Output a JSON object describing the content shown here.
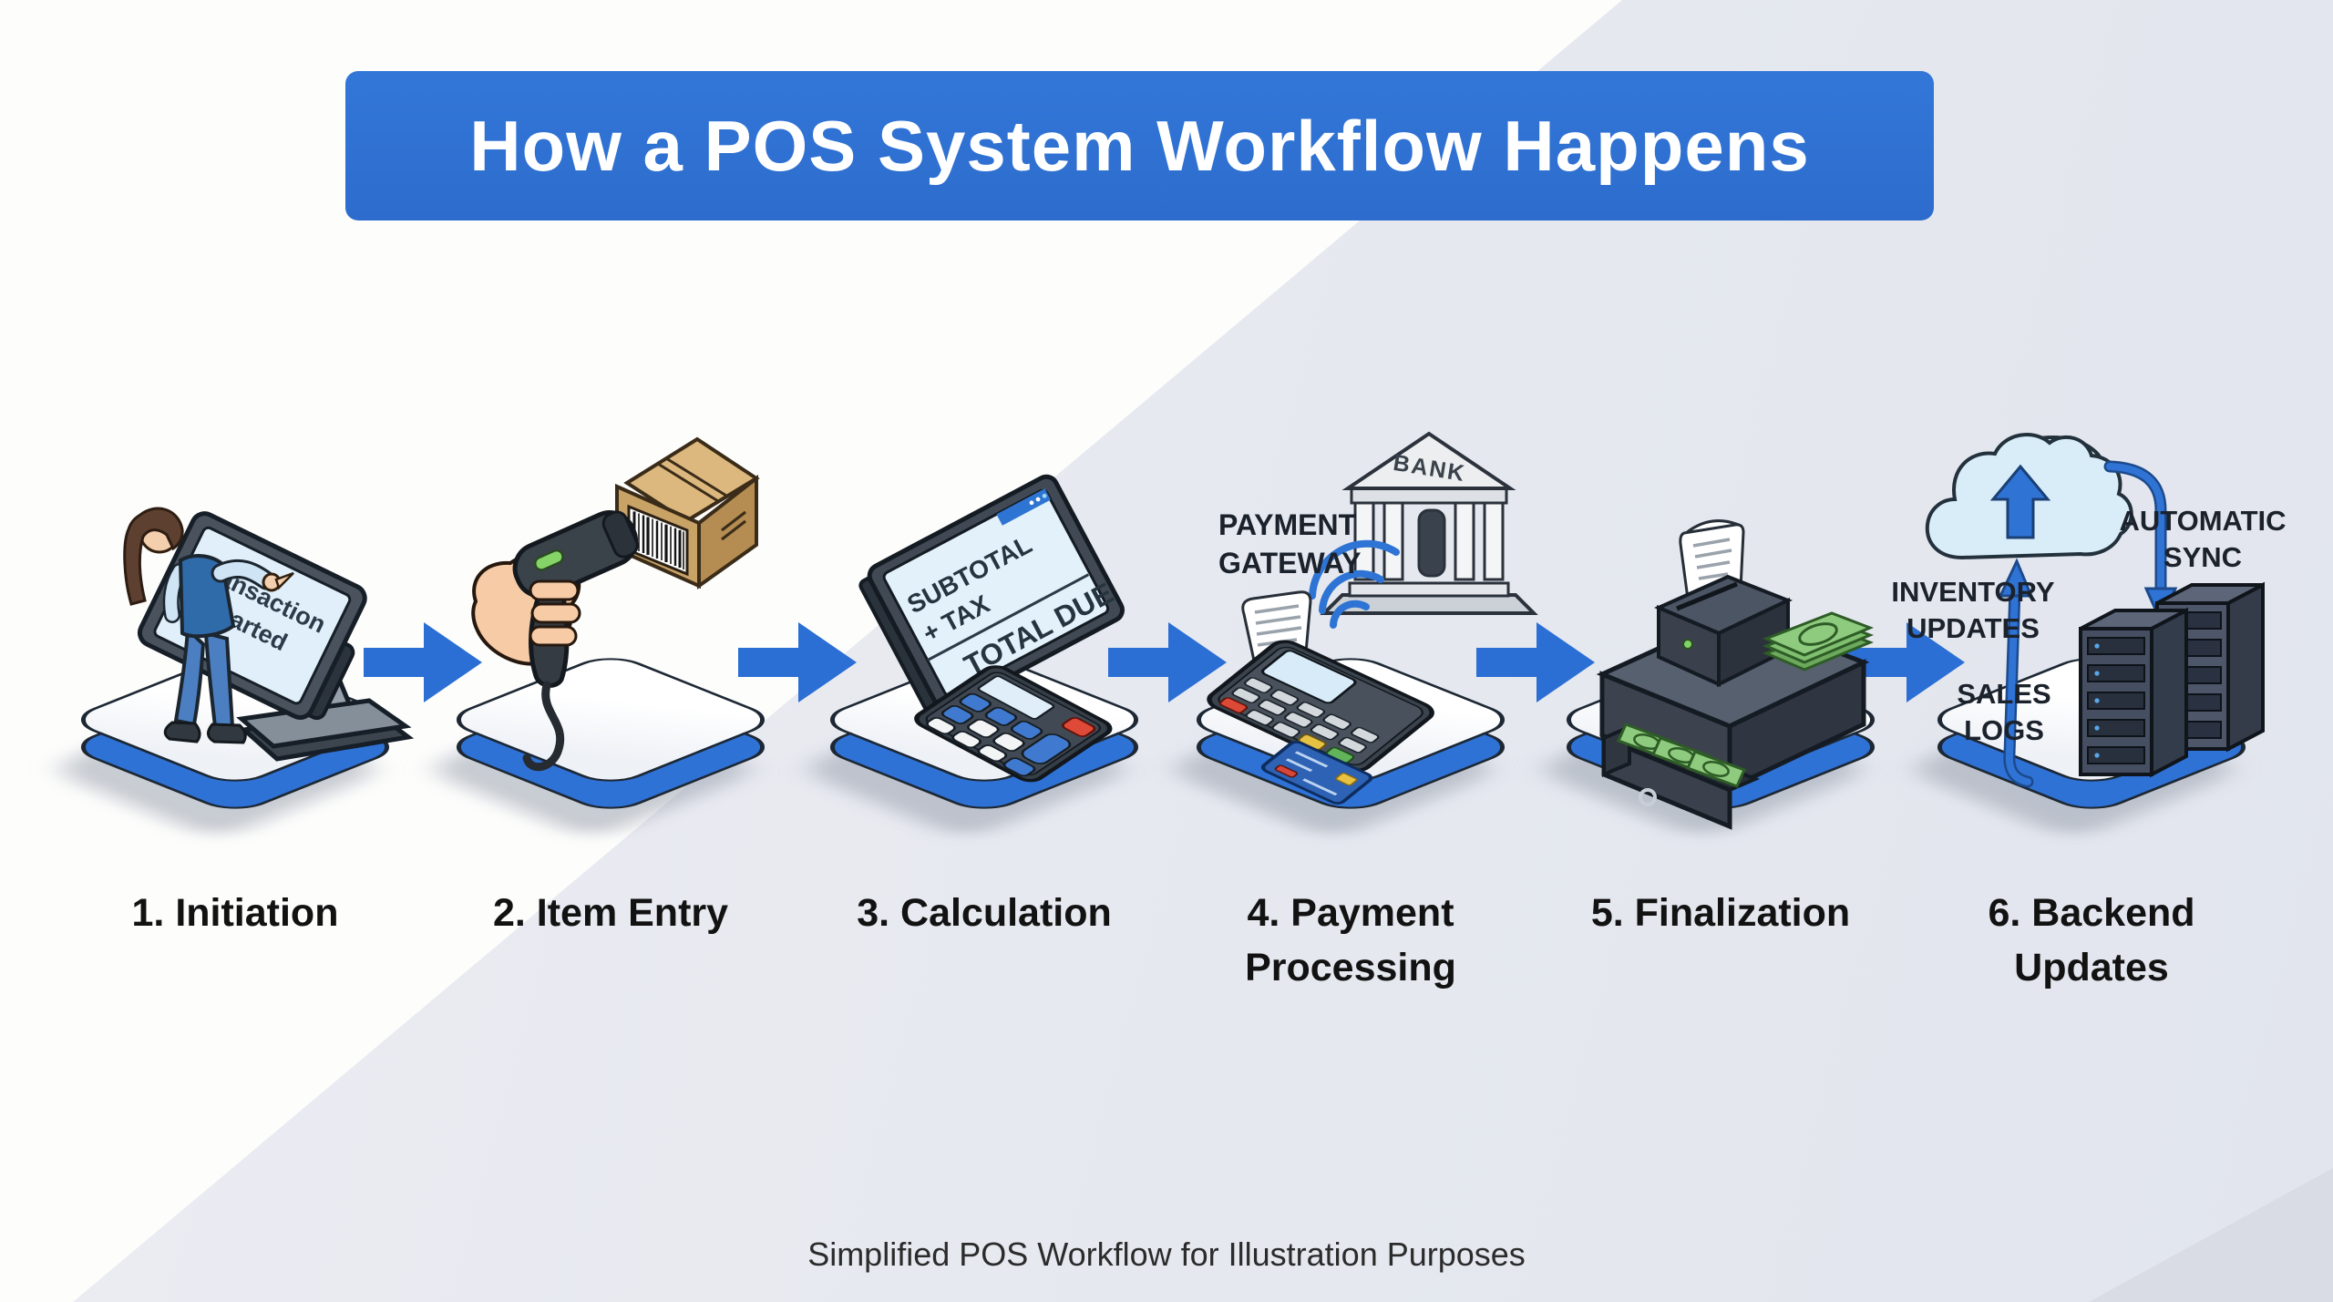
{
  "header": {
    "title": "How a POS System Workflow Happens"
  },
  "footer": {
    "caption": "Simplified POS Workflow for Illustration Purposes"
  },
  "colors": {
    "banner_blue": "#2e6fd0",
    "arrow_blue": "#2b6ed4",
    "platform_rim_blue": "#2f72d6",
    "background_gray": "#e7e9f0",
    "outline_dark": "#1d2834",
    "screen_blue": "#e0eff9",
    "cash_green": "#8fcb7e",
    "beam_red": "#ef5243"
  },
  "steps": [
    {
      "label": "1. Initiation",
      "monitor_line1": "Transaction",
      "monitor_line2": "Started"
    },
    {
      "label": "2. Item Entry"
    },
    {
      "label": "3. Calculation",
      "screen_line1": "SUBTOTAL",
      "screen_line2": "+ TAX",
      "screen_line3": "TOTAL DUE"
    },
    {
      "label": "4. Payment\nProcessing",
      "gateway_label": "PAYMENT\nGATEWAY",
      "bank_label": "BANK"
    },
    {
      "label": "5. Finalization"
    },
    {
      "label": "6. Backend\nUpdates",
      "inventory_label": "INVENTORY\nUPDATES",
      "sales_label": "SALES\nLOGS",
      "sync_label": "AUTOMATIC\nSYNC"
    }
  ]
}
